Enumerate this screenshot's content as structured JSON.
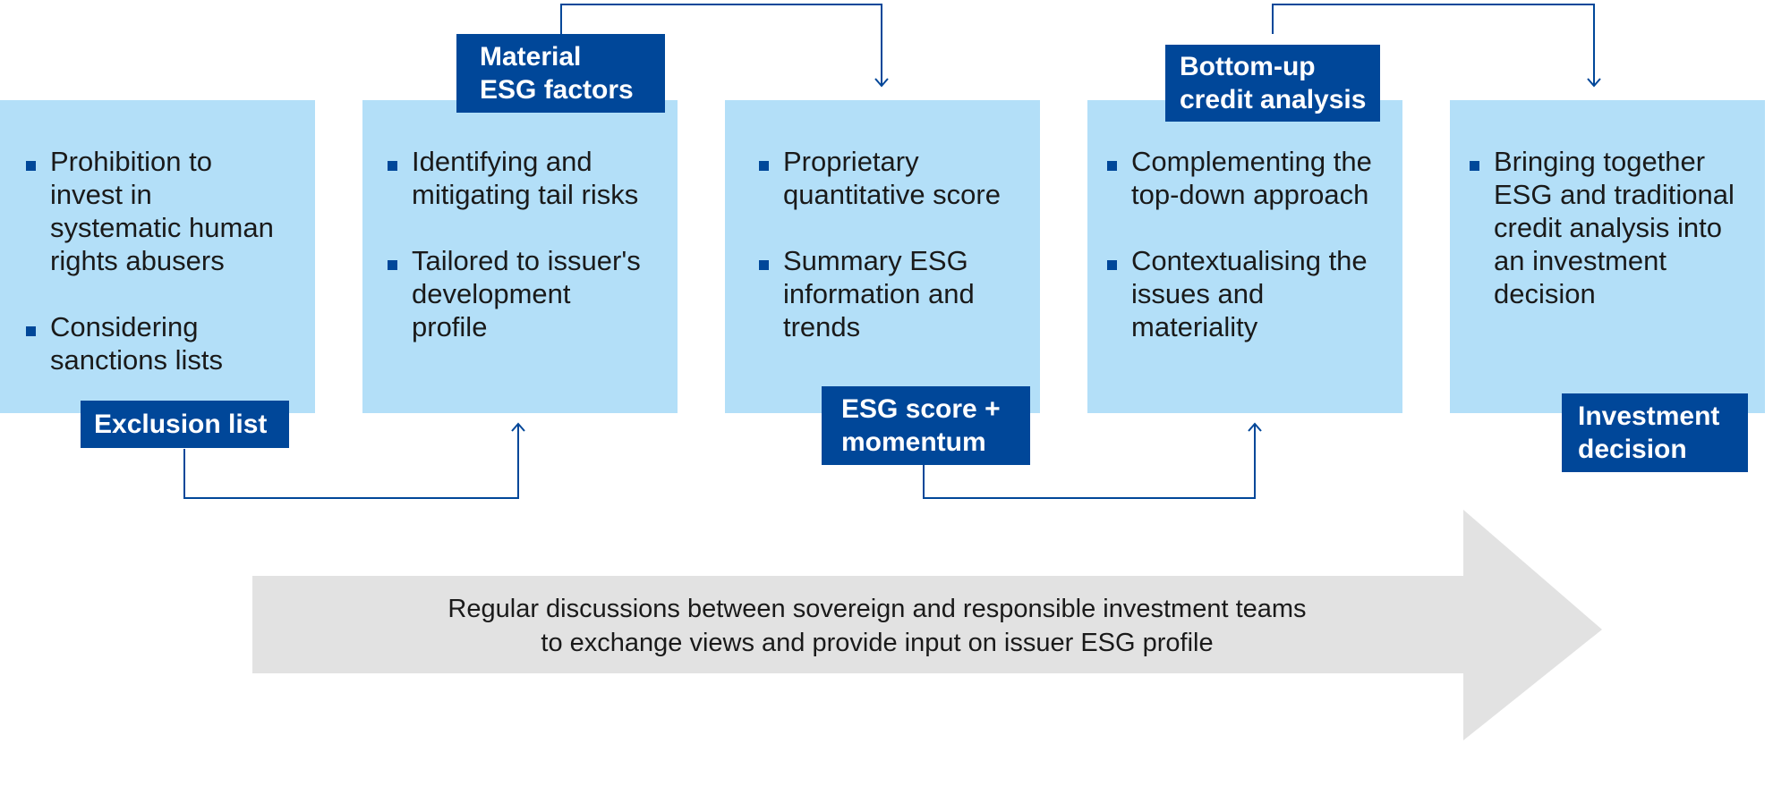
{
  "stages": [
    {
      "label": [
        "Exclusion list"
      ],
      "bullets": [
        [
          "Prohibition to",
          "invest in",
          "systematic human",
          "rights abusers"
        ],
        [
          "Considering",
          "sanctions lists"
        ]
      ]
    },
    {
      "label": [
        "Material",
        "ESG factors"
      ],
      "bullets": [
        [
          "Identifying and",
          "mitigating tail risks"
        ],
        [
          "Tailored to issuer's",
          "development",
          "profile"
        ]
      ]
    },
    {
      "label": [
        "ESG score +",
        "momentum"
      ],
      "bullets": [
        [
          "Proprietary",
          "quantitative score"
        ],
        [
          "Summary ESG",
          "information and",
          "trends"
        ]
      ]
    },
    {
      "label": [
        "Bottom-up",
        "credit analysis"
      ],
      "bullets": [
        [
          "Complementing the",
          "top-down approach"
        ],
        [
          "Contextualising the",
          "issues and",
          "materiality"
        ]
      ]
    },
    {
      "label": [
        "Investment",
        "decision"
      ],
      "bullets": [
        [
          "Bringing together",
          "ESG and traditional",
          "credit analysis into",
          "an investment",
          "decision"
        ]
      ]
    }
  ],
  "banner": {
    "lines": [
      "Regular discussions between sovereign and responsible investment teams",
      "to exchange views and provide input on issuer ESG profile"
    ]
  },
  "colors": {
    "box_fill": "#b3dff8",
    "label_fill": "#004799",
    "connector": "#004799",
    "banner_fill": "#e2e2e2"
  }
}
